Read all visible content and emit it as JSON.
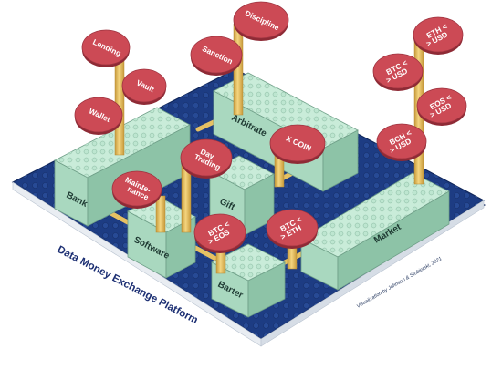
{
  "diagram": {
    "title": "Data Money Exchange Platform",
    "credit": "Visualization by Johnson & Stobierski, 2021",
    "bricks": {
      "bank": "Bank",
      "arbitrate": "Arbitrate",
      "gift": "Gift",
      "software": "Software",
      "barter": "Barter",
      "market": "Market"
    },
    "discs": {
      "lending": "Lending",
      "vault": "Vault",
      "wallet": "Wallet",
      "discipline": "Discipline",
      "sanction": "Sanction",
      "day_trading_1": "Day",
      "day_trading_2": "Trading",
      "maintenance_1": "Mainte-",
      "maintenance_2": "nance",
      "xcoin": "X COIN",
      "btc_eos_1": "BTC <",
      "btc_eos_2": "> EOS",
      "btc_eth_1": "BTC <",
      "btc_eth_2": "> ETH",
      "eth_usd_1": "ETH <",
      "eth_usd_2": "> USD",
      "btc_usd_1": "BTC <",
      "btc_usd_2": "> USD",
      "eos_usd_1": "EOS <",
      "eos_usd_2": "> USD",
      "bch_usd_1": "BCH <",
      "bch_usd_2": "> USD"
    }
  },
  "colors": {
    "baseplate": "#1d3c83",
    "brick": "#a9d8bf",
    "disc": "#cc4a55",
    "connector": "#e6c163"
  }
}
